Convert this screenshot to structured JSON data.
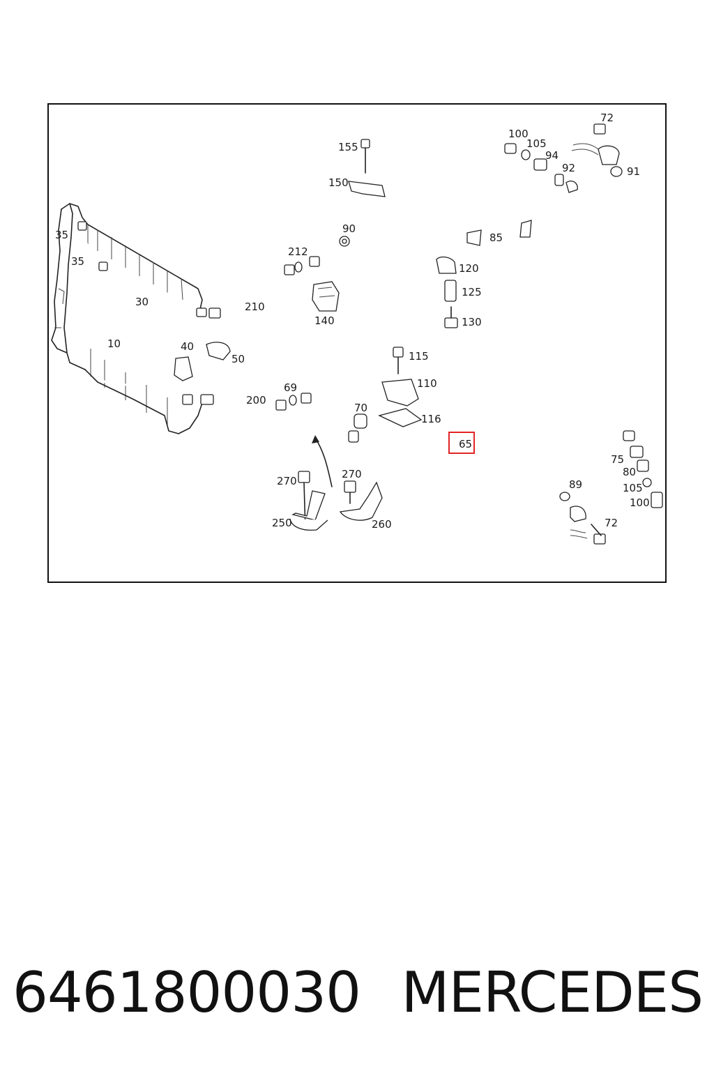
{
  "labels": [
    {
      "id": "l155",
      "text": "155"
    },
    {
      "id": "l150",
      "text": "150"
    },
    {
      "id": "l100a",
      "text": "100"
    },
    {
      "id": "l105a",
      "text": "105"
    },
    {
      "id": "l94",
      "text": "94"
    },
    {
      "id": "l92",
      "text": "92"
    },
    {
      "id": "l72a",
      "text": "72"
    },
    {
      "id": "l91",
      "text": "91"
    },
    {
      "id": "l35a",
      "text": "35"
    },
    {
      "id": "l35b",
      "text": "35"
    },
    {
      "id": "l90",
      "text": "90"
    },
    {
      "id": "l85",
      "text": "85"
    },
    {
      "id": "l212",
      "text": "212"
    },
    {
      "id": "l120",
      "text": "120"
    },
    {
      "id": "l125",
      "text": "125"
    },
    {
      "id": "l30",
      "text": "30"
    },
    {
      "id": "l210",
      "text": "210"
    },
    {
      "id": "l140",
      "text": "140"
    },
    {
      "id": "l130",
      "text": "130"
    },
    {
      "id": "l10",
      "text": "10"
    },
    {
      "id": "l40",
      "text": "40"
    },
    {
      "id": "l50",
      "text": "50"
    },
    {
      "id": "l115",
      "text": "115"
    },
    {
      "id": "l110",
      "text": "110"
    },
    {
      "id": "l69",
      "text": "69"
    },
    {
      "id": "l200",
      "text": "200"
    },
    {
      "id": "l70",
      "text": "70"
    },
    {
      "id": "l116",
      "text": "116"
    },
    {
      "id": "l65",
      "text": "65"
    },
    {
      "id": "l75",
      "text": "75"
    },
    {
      "id": "l80",
      "text": "80"
    },
    {
      "id": "l270a",
      "text": "270"
    },
    {
      "id": "l270b",
      "text": "270"
    },
    {
      "id": "l89",
      "text": "89"
    },
    {
      "id": "l105b",
      "text": "105"
    },
    {
      "id": "l100b",
      "text": "100"
    },
    {
      "id": "l72b",
      "text": "72"
    },
    {
      "id": "l250",
      "text": "250"
    },
    {
      "id": "l260",
      "text": "260"
    }
  ],
  "highlight": {
    "label": "65",
    "color": "#e02424"
  },
  "footer": {
    "part_number": "6461800030",
    "brand": "MERCEDES"
  }
}
